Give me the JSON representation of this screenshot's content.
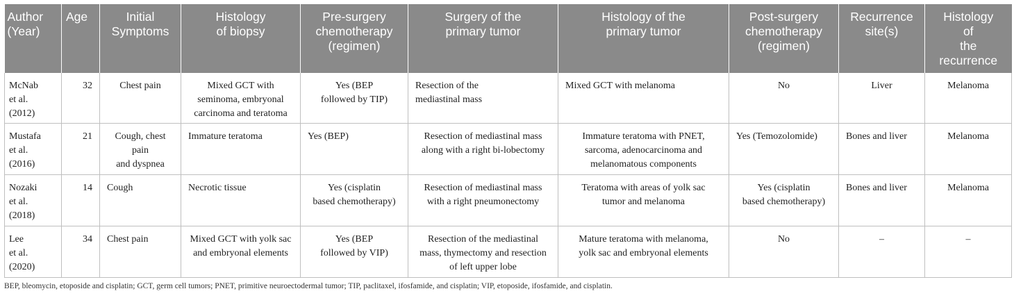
{
  "table": {
    "headers": [
      "Author\n(Year)",
      "Age",
      "Initial\nSymptoms",
      "Histology\nof biopsy",
      "Pre-surgery\nchemotherapy\n(regimen)",
      "Surgery of the\nprimary tumor",
      "Histology of the\nprimary tumor",
      "Post-surgery\nchemotherapy\n(regimen)",
      "Recurrence\nsite(s)",
      "Histology\nof\nthe\nrecurrence"
    ],
    "rows": [
      [
        "McNab\net al.\n(2012)",
        "32",
        "Chest pain",
        "Mixed GCT with\nseminoma, embryonal\ncarcinoma and teratoma",
        "Yes (BEP\nfollowed by TIP)",
        "Resection of the\nmediastinal mass",
        "Mixed GCT with melanoma",
        "No",
        "Liver",
        "Melanoma"
      ],
      [
        "Mustafa\net al.\n(2016)",
        "21",
        "Cough, chest\npain\nand dyspnea",
        "Immature teratoma",
        "Yes (BEP)",
        "Resection of mediastinal mass\nalong with a right bi-lobectomy",
        "Immature teratoma with PNET,\nsarcoma, adenocarcinoma and\nmelanomatous components",
        "Yes (Temozolomide)",
        "Bones and liver",
        "Melanoma"
      ],
      [
        "Nozaki\net al.\n(2018)",
        "14",
        "Cough",
        "Necrotic tissue",
        "Yes (cisplatin\nbased chemotherapy)",
        "Resection of mediastinal mass\nwith a right pneumonectomy",
        "Teratoma with areas of yolk sac\ntumor and melanoma",
        "Yes (cisplatin\nbased chemotherapy)",
        "Bones and liver",
        "Melanoma"
      ],
      [
        "Lee\net al.\n(2020)",
        "34",
        "Chest pain",
        "Mixed GCT with yolk sac\nand embryonal elements",
        "Yes (BEP\nfollowed by VIP)",
        "Resection of the mediastinal\nmass, thymectomy and resection\nof left upper lobe",
        "Mature teratoma with melanoma,\nyolk sac and embryonal elements",
        "No",
        "–",
        "–"
      ]
    ]
  },
  "footnote": "BEP, bleomycin, etoposide and cisplatin; GCT, germ cell tumors; PNET, primitive neuroectodermal tumor; TIP, paclitaxel, ifosfamide, and cisplatin; VIP, etoposide, ifosfamide, and cisplatin."
}
